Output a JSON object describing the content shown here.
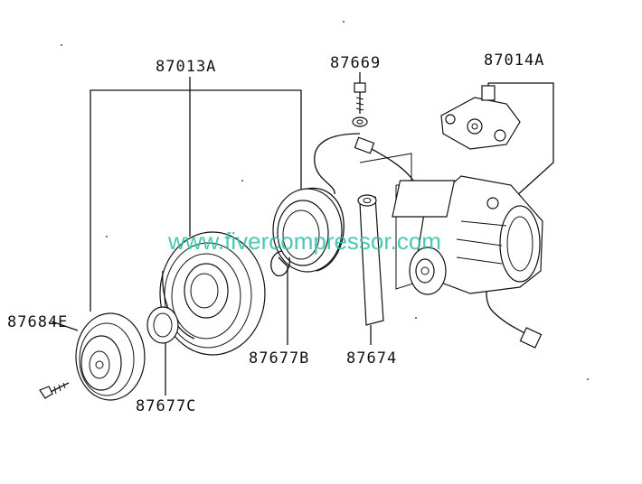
{
  "labels": {
    "clutch_assembly": "87013A",
    "bolt_top": "87669",
    "compressor_assembly": "87014A",
    "hub_plate": "87684E",
    "snap_ring_b": "87677B",
    "valve_tube": "87674",
    "snap_ring_c": "87677C"
  },
  "watermark": "www.fivercompressor.com",
  "colors": {
    "watermark": "#2fbfa8",
    "line": "#111111"
  }
}
